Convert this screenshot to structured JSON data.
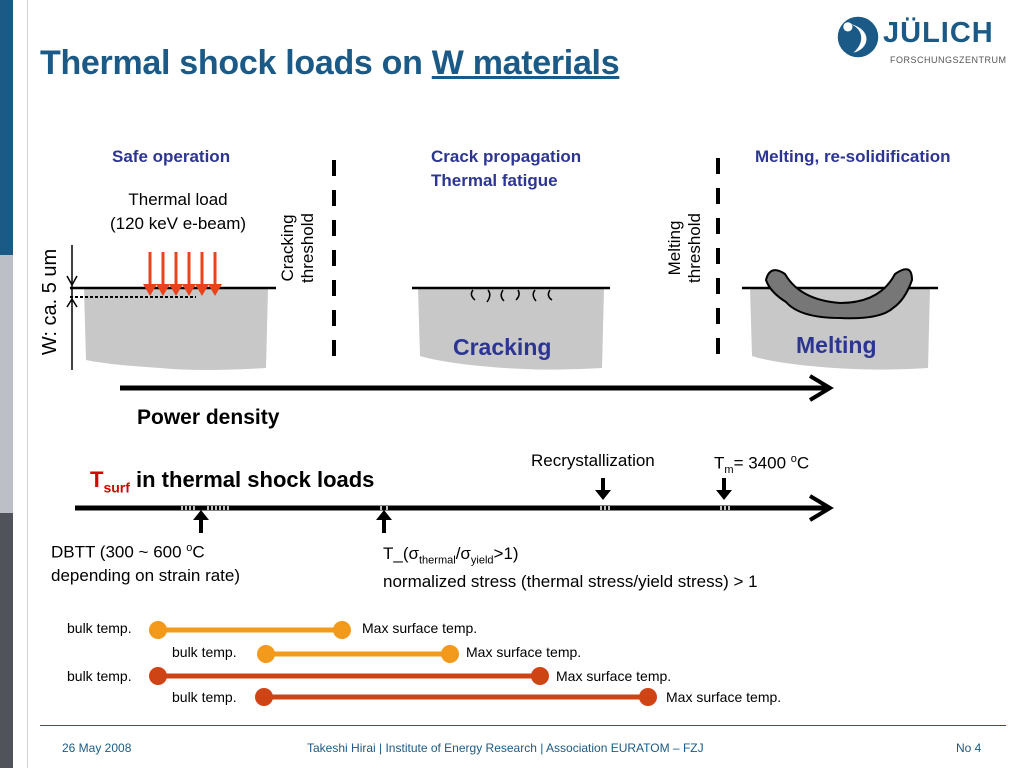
{
  "slide": {
    "title_prefix": "Thermal shock loads on ",
    "title_link": "W materials"
  },
  "logo": {
    "name": "JÜLICH",
    "subtitle": "FORSCHUNGSZENTRUM"
  },
  "phases": {
    "safe": "Safe operation",
    "crack_line1": "Crack propagation",
    "crack_line2": "Thermal fatigue",
    "melt": "Melting, re-solidification"
  },
  "thermal_load": {
    "line1": "Thermal  load",
    "line2": "(120 keV e-beam)"
  },
  "depth_label": "W: ca. 5 um",
  "thresholds": {
    "cracking_line1": "Cracking",
    "cracking_line2": "threshold",
    "melting_line1": "Melting",
    "melting_line2": "threshold"
  },
  "samples": {
    "cracking": "Cracking",
    "melting": "Melting"
  },
  "power_density": "Power density",
  "tsurf": {
    "symbol": "T",
    "subscript": "surf",
    "rest": " in thermal shock loads"
  },
  "markers": {
    "recrystallization": "Recrystallization",
    "tm_symbol": "T",
    "tm_sub": "m",
    "tm_value": "= 3400 ",
    "tm_sup": "o",
    "tm_unit": "C",
    "dbtt_line1_a": "DBTT (300 ~ 600 ",
    "dbtt_line1_sup": "o",
    "dbtt_line1_b": "C",
    "dbtt_line2": "depending on strain rate)",
    "stress_a": "T_(",
    "stress_sigma1": "σ",
    "stress_sub1": "thermal",
    "stress_slash": "/",
    "stress_sigma2": "σ",
    "stress_sub2": "yield",
    "stress_b": ">1)",
    "stress_line2": "normalized stress (thermal stress/yield stress) > 1"
  },
  "ranges": [
    {
      "bulk_label": "bulk temp.",
      "max_label": "Max surface temp.",
      "color": "#f39a1c"
    },
    {
      "bulk_label": "bulk temp.",
      "max_label": "Max surface temp.",
      "color": "#f39a1c"
    },
    {
      "bulk_label": "bulk temp.",
      "max_label": "Max surface temp.",
      "color": "#cf4414"
    },
    {
      "bulk_label": "bulk temp.",
      "max_label": "Max surface temp.",
      "color": "#cf4414"
    }
  ],
  "footer": {
    "date": "26 May 2008",
    "author": "Takeshi Hirai | Institute of Energy Research | Association EURATOM – FZJ",
    "page": "No 4"
  },
  "colors": {
    "brand_blue": "#1b5a86",
    "label_blue": "#2c3592",
    "beam_red": "#e8431c",
    "sample_gray": "#c8c8c8",
    "melt_gray": "#777777",
    "red_text": "#d40000"
  }
}
